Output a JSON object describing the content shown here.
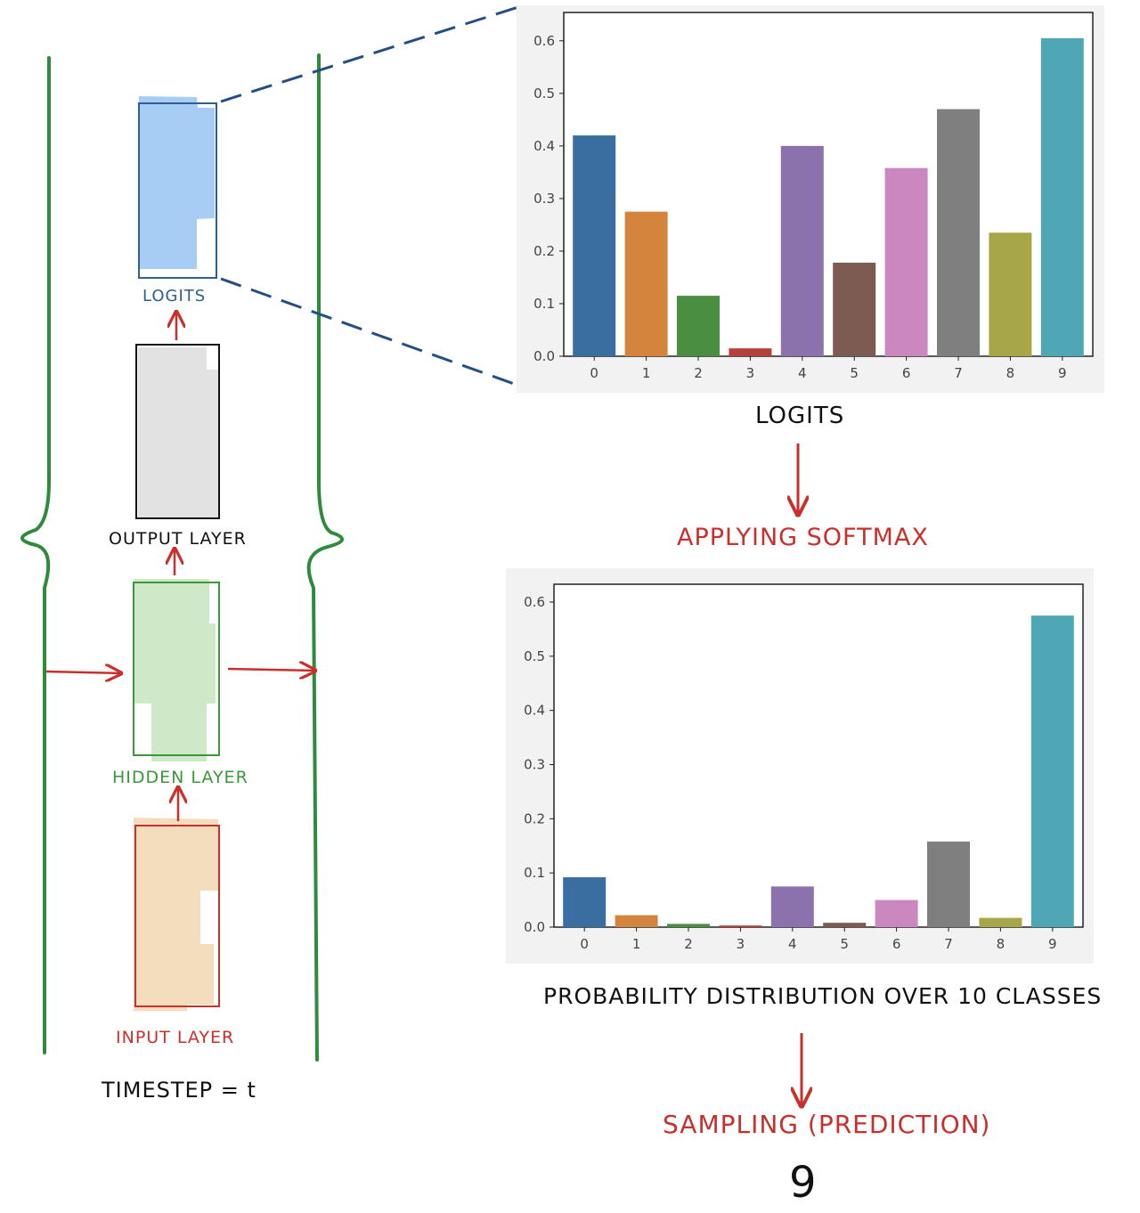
{
  "colors": {
    "rnn_green": "#2e8b3e",
    "arrow_red": "#c9302c",
    "logits_blue": "#2f5f8f",
    "hidden_green": "#3a9a3a",
    "input_red": "#c9302c",
    "ink": "#222222"
  },
  "left": {
    "logits_label": "LOGITS",
    "output_label": "OUTPUT LAYER",
    "hidden_label": "HIDDEN LAYER",
    "input_label": "INPUT LAYER",
    "timestep_label": "TIMESTEP = t"
  },
  "right": {
    "logits_caption": "LOGITS",
    "softmax_label": "APPLYING SOFTMAX",
    "prob_caption": "PROBABILITY DISTRIBUTION OVER 10 CLASSES",
    "sampling_label": "SAMPLING (PREDICTION)",
    "prediction": "9"
  },
  "chart_data": [
    {
      "type": "bar",
      "categories": [
        "0",
        "1",
        "2",
        "3",
        "4",
        "5",
        "6",
        "7",
        "8",
        "9"
      ],
      "values": [
        0.42,
        0.275,
        0.115,
        0.015,
        0.4,
        0.178,
        0.358,
        0.47,
        0.235,
        0.605
      ],
      "colors": [
        "#3b6ea0",
        "#d4843d",
        "#4a8f41",
        "#b5403a",
        "#8b72ac",
        "#7d5a52",
        "#cb87bf",
        "#7f7f7f",
        "#a7a648",
        "#4fa6b4"
      ],
      "ylim": [
        0,
        0.62
      ],
      "yticks": [
        "0.0",
        "0.1",
        "0.2",
        "0.3",
        "0.4",
        "0.5",
        "0.6"
      ],
      "title": "",
      "xlabel": "",
      "ylabel": ""
    },
    {
      "type": "bar",
      "categories": [
        "0",
        "1",
        "2",
        "3",
        "4",
        "5",
        "6",
        "7",
        "8",
        "9"
      ],
      "values": [
        0.092,
        0.022,
        0.006,
        0.003,
        0.075,
        0.008,
        0.05,
        0.158,
        0.017,
        0.575
      ],
      "colors": [
        "#3b6ea0",
        "#d4843d",
        "#4a8f41",
        "#b5403a",
        "#8b72ac",
        "#7d5a52",
        "#cb87bf",
        "#7f7f7f",
        "#a7a648",
        "#4fa6b4"
      ],
      "ylim": [
        0,
        0.6
      ],
      "yticks": [
        "0.0",
        "0.1",
        "0.2",
        "0.3",
        "0.4",
        "0.5",
        "0.6"
      ],
      "title": "",
      "xlabel": "",
      "ylabel": ""
    }
  ]
}
